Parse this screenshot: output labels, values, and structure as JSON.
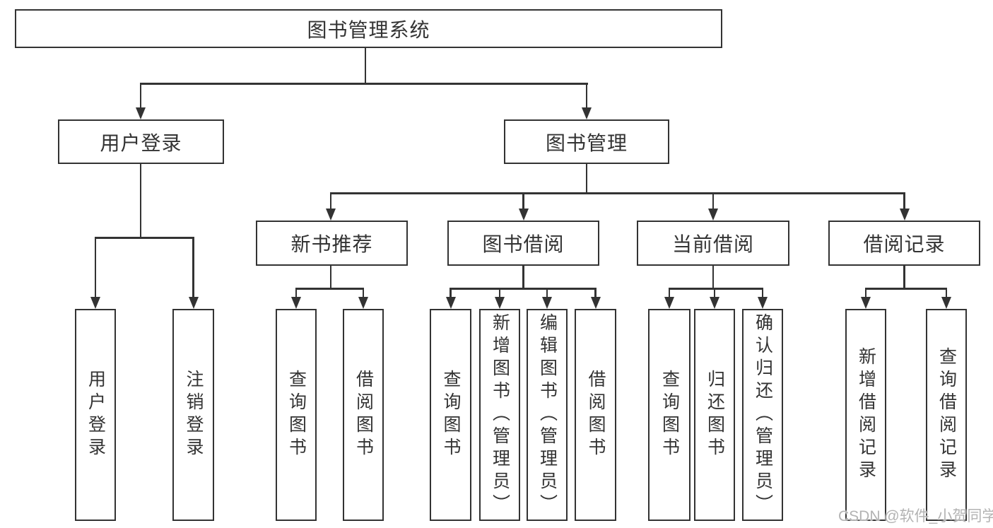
{
  "diagram": {
    "title": "图书管理系统",
    "branches": [
      {
        "label": "用户登录",
        "children": [
          "用户登录",
          "注销登录"
        ]
      },
      {
        "label": "图书管理",
        "children": [
          {
            "label": "新书推荐",
            "children": [
              "查询图书",
              "借阅图书"
            ]
          },
          {
            "label": "图书借阅",
            "children": [
              "查询图书",
              "新增图书（管理员）",
              "编辑图书（管理员）",
              "借阅图书"
            ]
          },
          {
            "label": "当前借阅",
            "children": [
              "查询图书",
              "归还图书",
              "确认归还（管理员）"
            ]
          },
          {
            "label": "借阅记录",
            "children": [
              "新增借阅记录",
              "查询借阅记录"
            ]
          }
        ]
      }
    ]
  },
  "watermark": {
    "text": "CSDN @软件_小贺同学"
  },
  "colors": {
    "line": "#333333",
    "text": "#333333",
    "watermark": "#b3b3b3",
    "background": "#ffffff"
  }
}
